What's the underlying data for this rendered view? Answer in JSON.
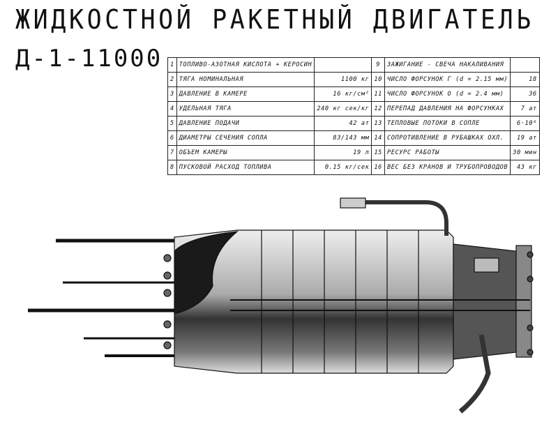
{
  "header": {
    "title": "ЖИДКОСТНОЙ РАКЕТНЫЙ ДВИГАТЕЛЬ",
    "model": "Д-1-11000"
  },
  "spec_table": {
    "rows": [
      {
        "n1": "1",
        "label1": "ТОПЛИВО-АЗОТНАЯ КИСЛОТА + КЕРОСИН",
        "value1": "",
        "n2": "9",
        "label2": "ЗАЖИГАНИЕ - СВЕЧА НАКАЛИВАНИЯ",
        "value2": ""
      },
      {
        "n1": "2",
        "label1": "ТЯГА НОМИНАЛЬНАЯ",
        "value1": "1100 кг",
        "n2": "10",
        "label2": "ЧИСЛО ФОРСУНОК Г (d = 2.15 мм)",
        "value2": "18"
      },
      {
        "n1": "3",
        "label1": "ДАВЛЕНИЕ В КАМЕРЕ",
        "value1": "16 кг/см²",
        "n2": "11",
        "label2": "ЧИСЛО ФОРСУНОК О (d = 2.4 мм)",
        "value2": "36"
      },
      {
        "n1": "4",
        "label1": "УДЕЛЬНАЯ ТЯГА",
        "value1": "240 кг сек/кг",
        "n2": "12",
        "label2": "ПЕРЕПАД ДАВЛЕНИЯ НА ФОРСУНКАХ",
        "value2": "7 ат"
      },
      {
        "n1": "5",
        "label1": "ДАВЛЕНИЕ ПОДАЧИ",
        "value1": "42 ат",
        "n2": "13",
        "label2": "ТЕПЛОВЫЕ ПОТОКИ В СОПЛЕ",
        "value2": "6·10⁶"
      },
      {
        "n1": "6",
        "label1": "ДИАМЕТРЫ СЕЧЕНИЯ СОПЛА",
        "value1": "83/143 мм",
        "n2": "14",
        "label2": "СОПРОТИВЛЕНИЕ В РУБАШКАХ ОХЛ.",
        "value2": "19 ат"
      },
      {
        "n1": "7",
        "label1": "ОБЪЕМ КАМЕРЫ",
        "value1": "19 л",
        "n2": "15",
        "label2": "РЕСУРС РАБОТЫ",
        "value2": "30 мин"
      },
      {
        "n1": "8",
        "label1": "ПУСКОВОЙ РАСХОД ТОПЛИВА",
        "value1": "0.15 кг/сек",
        "n2": "16",
        "label2": "ВЕС БЕЗ КРАНОВ И ТРУБОПРОВОДОВ",
        "value2": "43 кг"
      }
    ]
  }
}
